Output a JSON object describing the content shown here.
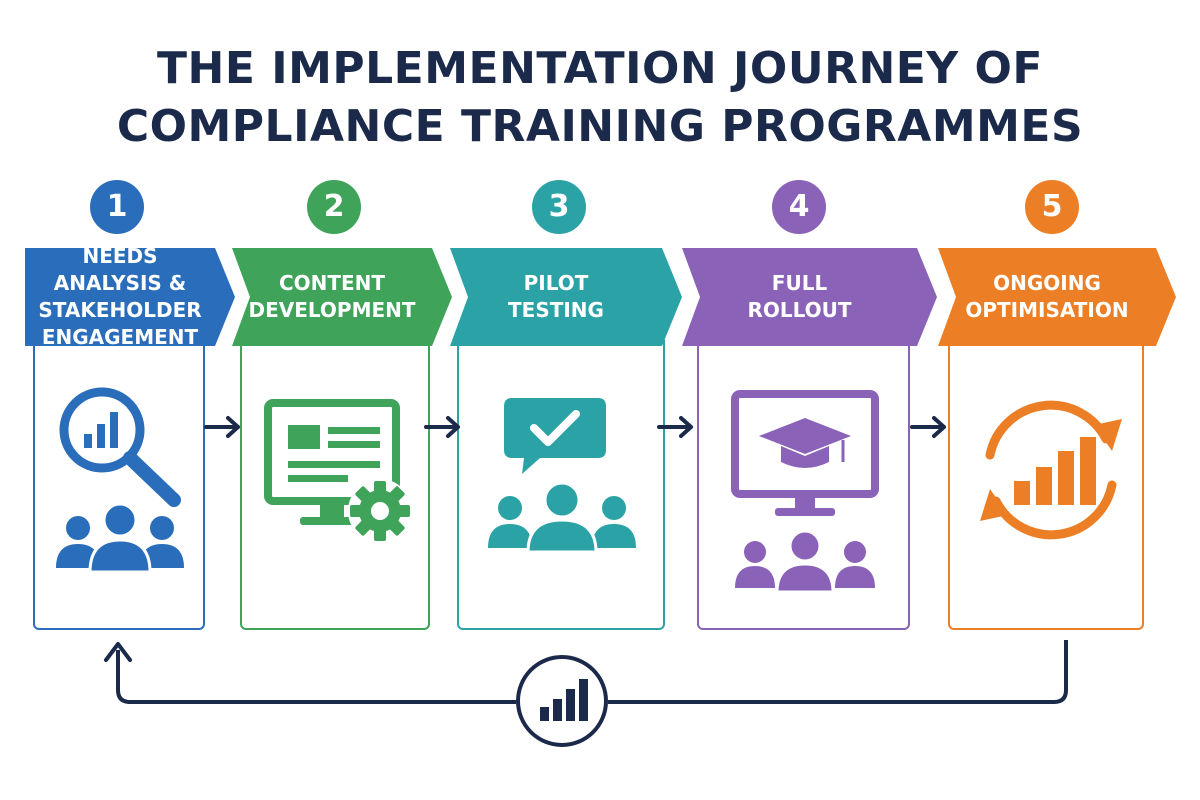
{
  "title": "THE IMPLEMENTATION JOURNEY OF COMPLIANCE TRAINING PROGRAMMES",
  "colors": {
    "navy": "#1b2a4a",
    "step1": "#2a6ebb",
    "step2": "#3fa35a",
    "step3": "#2ba3a6",
    "step4": "#8a63b8",
    "step5": "#ec7f26"
  },
  "steps": [
    {
      "number": "1",
      "label_lines": [
        "NEEDS ANALYSIS &",
        "STAKEHOLDER",
        "ENGAGEMENT"
      ],
      "icon": "magnifier-chart-users-icon"
    },
    {
      "number": "2",
      "label_lines": [
        "CONTENT",
        "DEVELOPMENT"
      ],
      "icon": "monitor-gear-icon"
    },
    {
      "number": "3",
      "label_lines": [
        "PILOT",
        "TESTING"
      ],
      "icon": "checkmark-bubble-users-icon"
    },
    {
      "number": "4",
      "label_lines": [
        "FULL",
        "ROLLOUT"
      ],
      "icon": "monitor-graduation-cap-users-icon"
    },
    {
      "number": "5",
      "label_lines": [
        "ONGOING",
        "OPTIMISATION"
      ],
      "icon": "cycle-bar-chart-icon"
    }
  ],
  "feedback_hub_icon": "bar-chart-icon"
}
